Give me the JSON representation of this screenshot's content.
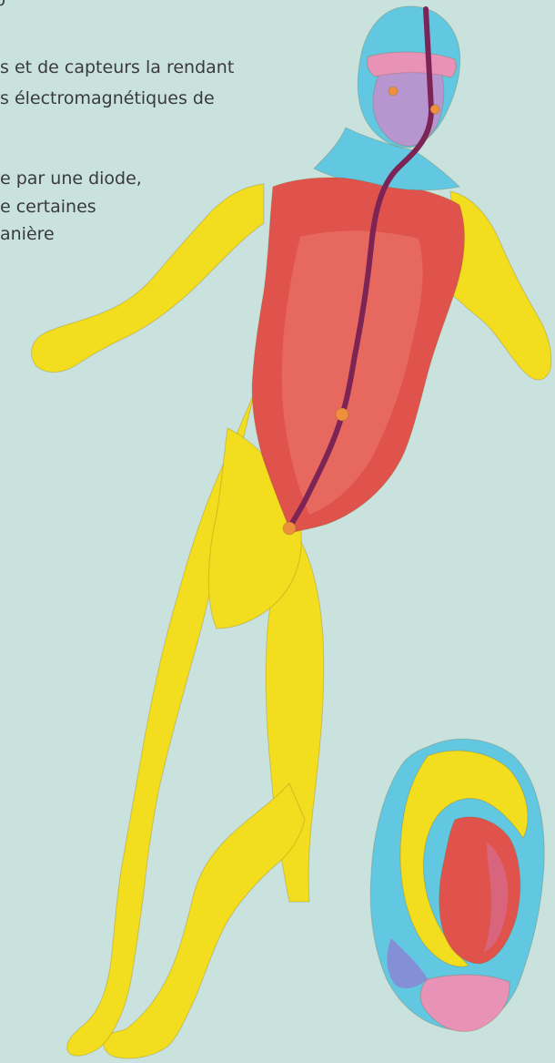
{
  "colors": {
    "background": "#c9e2de",
    "body_yellow": "#f2dd1e",
    "torso_red": "#e0534d",
    "head_cyan": "#62c7e1",
    "meridian_purple": "#7c2456",
    "point_orange": "#ee8f3c",
    "face_lilac": "#b796d0",
    "ear_pink": "#e892b7"
  },
  "text_lines": [
    "p",
    "s et de capteurs la rendant",
    "s  électromagnétiques  de",
    "e par une diode,",
    "e  certaines",
    "anière"
  ]
}
